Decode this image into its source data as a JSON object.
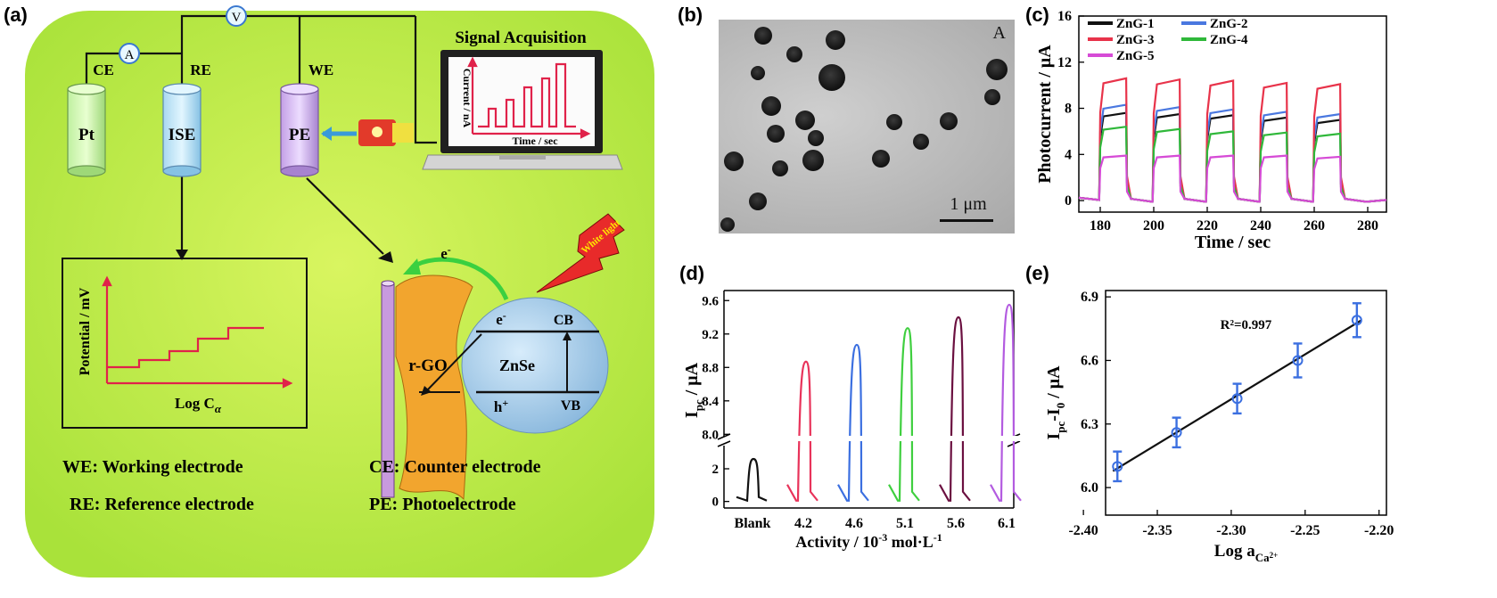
{
  "panel_a": {
    "label": "(a)",
    "signal_title": "Signal Acquisition",
    "meter_v": "V",
    "meter_a": "A",
    "wire_labels": {
      "ce": "CE",
      "re": "RE",
      "we": "WE"
    },
    "electrodes": {
      "pt": "Pt",
      "ise": "ISE",
      "pe": "PE"
    },
    "screen_axis_y": "Current / nA",
    "screen_axis_x": "Time / sec",
    "potential_axis_y": "Potential / mV",
    "potential_axis_x": "Log C",
    "potential_axis_x_sub": "α",
    "rgo_label": "r-GO",
    "znse_label": "ZnSe",
    "cb": "CB",
    "vb": "VB",
    "electron": "e",
    "electron_sup": "-",
    "hole": "h",
    "hole_sup": "+",
    "white_light": "White light",
    "legend": {
      "we": "WE: Working electrode",
      "re": "RE: Reference electrode",
      "ce": "CE: Counter electrode",
      "pe": "PE: Photoelectrode"
    }
  },
  "panel_b": {
    "label": "(b)",
    "corner": "A",
    "scale": "1 μm"
  },
  "panel_c": {
    "label": "(c)"
  },
  "panel_d": {
    "label": "(d)"
  },
  "panel_e": {
    "label": "(e)"
  },
  "chart_data": [
    {
      "type": "line",
      "panel": "c",
      "xlabel": "Time / sec",
      "ylabel": "Photocurrent / μA",
      "xlim": [
        172,
        287
      ],
      "ylim": [
        -1,
        16
      ],
      "xticks": [
        180,
        200,
        220,
        240,
        260,
        280
      ],
      "yticks": [
        0,
        4,
        8,
        12,
        16
      ],
      "pulses_on_off": [
        [
          180,
          190
        ],
        [
          200,
          210
        ],
        [
          220,
          230
        ],
        [
          240,
          250
        ],
        [
          260,
          270
        ]
      ],
      "legend_position": "top",
      "series": [
        {
          "name": "ZnG-1",
          "color": "#111111",
          "peaks": [
            7.6,
            7.5,
            7.4,
            7.2,
            7.0
          ]
        },
        {
          "name": "ZnG-2",
          "color": "#4a78e0",
          "peaks": [
            8.3,
            8.1,
            7.9,
            7.7,
            7.5
          ]
        },
        {
          "name": "ZnG-3",
          "color": "#e8334a",
          "peaks": [
            10.6,
            10.5,
            10.4,
            10.2,
            10.1
          ]
        },
        {
          "name": "ZnG-4",
          "color": "#2fb83a",
          "peaks": [
            6.4,
            6.2,
            6.0,
            5.9,
            5.8
          ]
        },
        {
          "name": "ZnG-5",
          "color": "#d64bd6",
          "peaks": [
            3.9,
            3.9,
            3.9,
            3.9,
            3.8
          ]
        }
      ]
    },
    {
      "type": "line",
      "panel": "d",
      "xlabel": "Activity / 10",
      "xlabel_sup": "-3",
      "xlabel_tail": " mol·L",
      "xlabel_tail_sup": "-1",
      "ylabel": "I",
      "ylabel_sub": "pc",
      "ylabel_tail": " / μA",
      "categories": [
        "Blank",
        "4.2",
        "4.6",
        "5.1",
        "5.6",
        "6.1"
      ],
      "lower_yticks": [
        0,
        2
      ],
      "upper_yticks": [
        8.0,
        8.4,
        8.8,
        9.2,
        9.6
      ],
      "axis_break": true,
      "series": [
        {
          "name": "Blank",
          "color": "#111111",
          "peak": 2.6
        },
        {
          "name": "4.2",
          "color": "#e8335a",
          "peak": 8.87
        },
        {
          "name": "4.6",
          "color": "#3b6fe0",
          "peak": 9.07
        },
        {
          "name": "5.1",
          "color": "#3fcf3f",
          "peak": 9.27
        },
        {
          "name": "5.6",
          "color": "#6b1040",
          "peak": 9.4
        },
        {
          "name": "6.1",
          "color": "#b35be0",
          "peak": 9.55
        }
      ]
    },
    {
      "type": "scatter",
      "panel": "e",
      "xlabel": "Log a",
      "xlabel_sub": "Ca",
      "xlabel_sub_sup": "2+",
      "ylabel": "I",
      "ylabel_sub": "pc",
      "ylabel_mid": "-I",
      "ylabel_sub2": "0",
      "ylabel_tail": " / μA",
      "xlim": [
        -2.385,
        -2.195
      ],
      "ylim": [
        5.87,
        6.93
      ],
      "xticks": [
        "-2.40",
        "-2.35",
        "-2.30",
        "-2.25",
        "-2.20"
      ],
      "yticks": [
        "6.0",
        "6.3",
        "6.6",
        "6.9"
      ],
      "annotation": "R²=0.997",
      "x": [
        -2.377,
        -2.337,
        -2.296,
        -2.255,
        -2.215
      ],
      "y": [
        6.1,
        6.26,
        6.42,
        6.6,
        6.79
      ],
      "err": [
        0.07,
        0.07,
        0.07,
        0.08,
        0.08
      ],
      "marker_color": "#3b6fe0",
      "fit_color": "#111111"
    }
  ]
}
